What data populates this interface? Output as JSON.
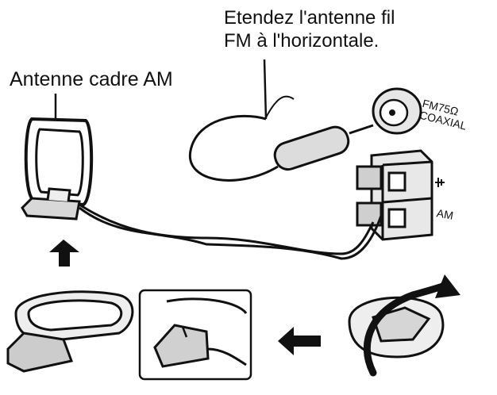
{
  "labels": {
    "fm_instruction_line1": "Etendez l'antenne fil",
    "fm_instruction_line2": "FM à l'horizontale.",
    "am_antenna": "Antenne cadre AM",
    "fm_connector_line1": "FM75Ω",
    "fm_connector_line2": "COAXIAL",
    "am_terminal": "AM"
  },
  "icons": {
    "ground": "ground-symbol-icon",
    "arrow_up": "arrow-up-icon",
    "arrow_left": "arrow-left-icon",
    "rotate": "rotate-arrow-icon"
  },
  "colors": {
    "line": "#111111",
    "fill_light": "#e6e6e6",
    "fill_mid": "#bdbdbd"
  }
}
